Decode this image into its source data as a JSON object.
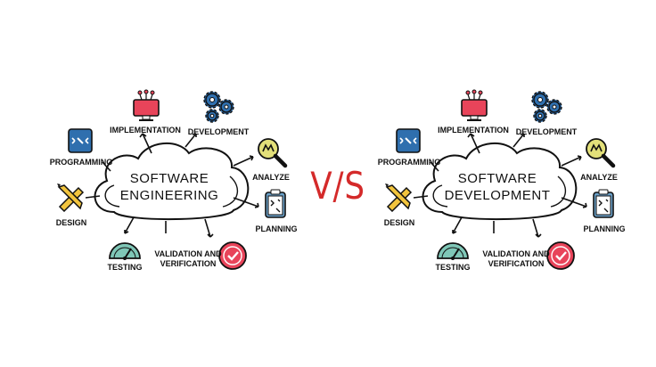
{
  "left": {
    "title_line1": "SOFTWARE",
    "title_line2": "ENGINEERING",
    "items": {
      "implementation": "IMPLEMENTATION",
      "development": "DEVELOPMENT",
      "programming": "PROGRAMMING",
      "analyze": "ANALYZE",
      "design": "DESIGN",
      "planning": "PLANNING",
      "testing": "TESTING",
      "validation_line1": "VALIDATION AND",
      "validation_line2": "VERIFICATION"
    }
  },
  "separator": "V/S",
  "right": {
    "title_line1": "SOFTWARE",
    "title_line2": "DEVELOPMENT",
    "items": {
      "implementation": "IMPLEMENTATION",
      "development": "DEVELOPMENT",
      "programming": "PROGRAMMING",
      "analyze": "ANALYZE",
      "design": "DESIGN",
      "planning": "PLANNING",
      "testing": "TESTING",
      "validation_line1": "VALIDATION AND",
      "validation_line2": "VERIFICATION"
    }
  },
  "colors": {
    "vs": "#d42a2a",
    "monitor": "#e8445a",
    "gears": "#2f6fae",
    "code_box": "#2f6fae",
    "magnifier": "#e3e07a",
    "pencil": "#f2c43d",
    "clipboard": "#6aa0c8",
    "gauge": "#7fc7b7",
    "check": "#e8445a"
  }
}
